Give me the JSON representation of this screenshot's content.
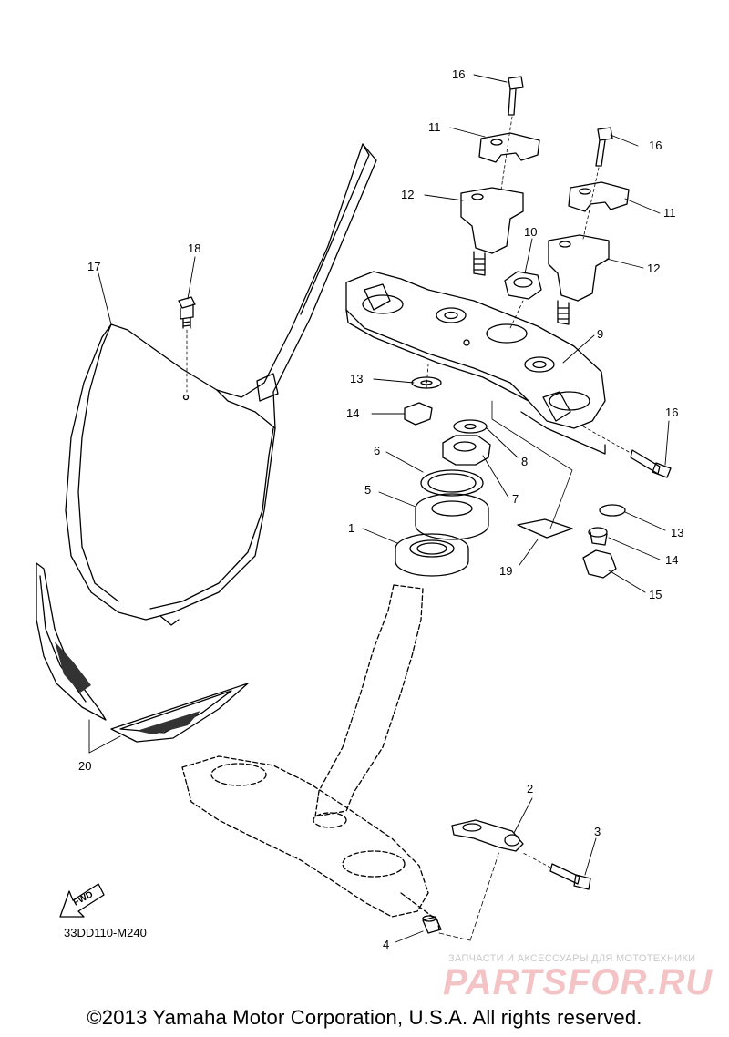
{
  "callouts": {
    "c1": "1",
    "c2": "2",
    "c3": "3",
    "c4": "4",
    "c5": "5",
    "c6": "6",
    "c7": "7",
    "c8": "8",
    "c9": "9",
    "c10": "10",
    "c11a": "11",
    "c11b": "11",
    "c12a": "12",
    "c12b": "12",
    "c13a": "13",
    "c13b": "13",
    "c14a": "14",
    "c14b": "14",
    "c15": "15",
    "c16a": "16",
    "c16b": "16",
    "c16c": "16",
    "c17": "17",
    "c18": "18",
    "c19": "19",
    "c20": "20"
  },
  "diagram_code": "33DD110-M240",
  "fwd_label": "FWD",
  "copyright": "©2013 Yamaha Motor Corporation, U.S.A. All rights reserved.",
  "watermark": {
    "tagline": "ЗАПЧАСТИ И АКСЕССУАРЫ ДЛЯ МОТОТЕХНИКИ",
    "logo": "PARTSFOR.RU",
    "color": "#e8a0a6"
  }
}
